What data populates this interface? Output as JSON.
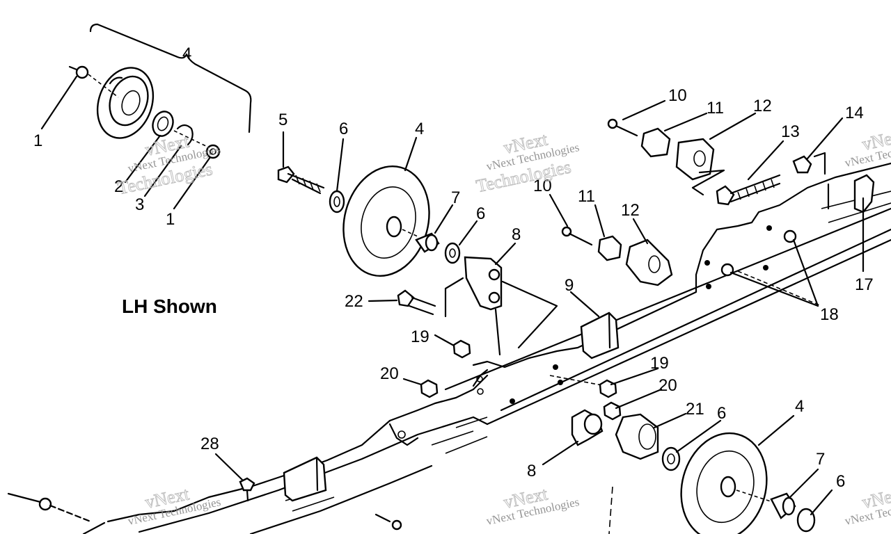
{
  "caption": "LH Shown",
  "watermark": {
    "line1": "vNext Technologies",
    "line2": "vNext",
    "line3": "Technologies"
  },
  "callouts": {
    "c1a": "1",
    "c1b": "1",
    "c2": "2",
    "c3": "3",
    "c4a": "4",
    "c4b": "4",
    "c4c": "4",
    "c5": "5",
    "c6a": "6",
    "c6b": "6",
    "c6c": "6",
    "c6d": "6",
    "c7a": "7",
    "c7b": "7",
    "c8a": "8",
    "c8b": "8",
    "c9": "9",
    "c10a": "10",
    "c10b": "10",
    "c11a": "11",
    "c11b": "11",
    "c12a": "12",
    "c12b": "12",
    "c13": "13",
    "c14": "14",
    "c17": "17",
    "c18": "18",
    "c19a": "19",
    "c19b": "19",
    "c20a": "20",
    "c20b": "20",
    "c21": "21",
    "c22": "22",
    "c28": "28"
  }
}
